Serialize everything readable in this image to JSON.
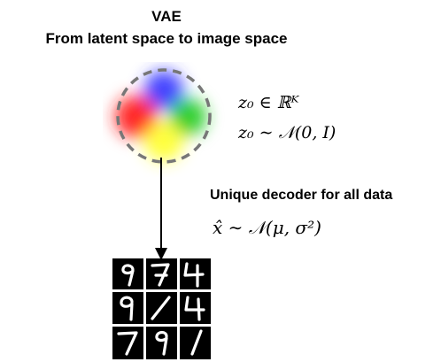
{
  "title": {
    "line1": "VAE",
    "line2": "From latent space to image space"
  },
  "latent": {
    "definition": "z₀ ∈ ℝᴷ",
    "distribution": "z₀ ∼ 𝒩(0, I)",
    "blob_colors": [
      "#3a3aff",
      "#ff2020",
      "#22cc22",
      "#ffff33"
    ]
  },
  "decoder": {
    "label": "Unique decoder for all data",
    "output_distribution": "x̂ ∼ 𝒩(μ, σ²)"
  },
  "digits": {
    "grid": [
      [
        "9",
        "7",
        "4"
      ],
      [
        "9",
        "1",
        "4"
      ],
      [
        "7",
        "9",
        "1"
      ]
    ]
  }
}
